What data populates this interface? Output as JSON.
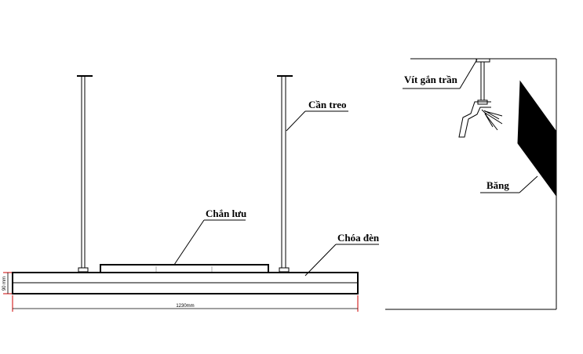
{
  "labels": {
    "can_treo": "Cần treo",
    "chan_luu": "Chắn lưu",
    "choa_den": "Chóa đèn",
    "vit_gan_tran": "Vít gắn trần",
    "bang": "Băng"
  },
  "dimensions": {
    "length": "1230mm",
    "height": "90 mm"
  },
  "colors": {
    "line": "#000000",
    "dimension": "#cc0000"
  }
}
